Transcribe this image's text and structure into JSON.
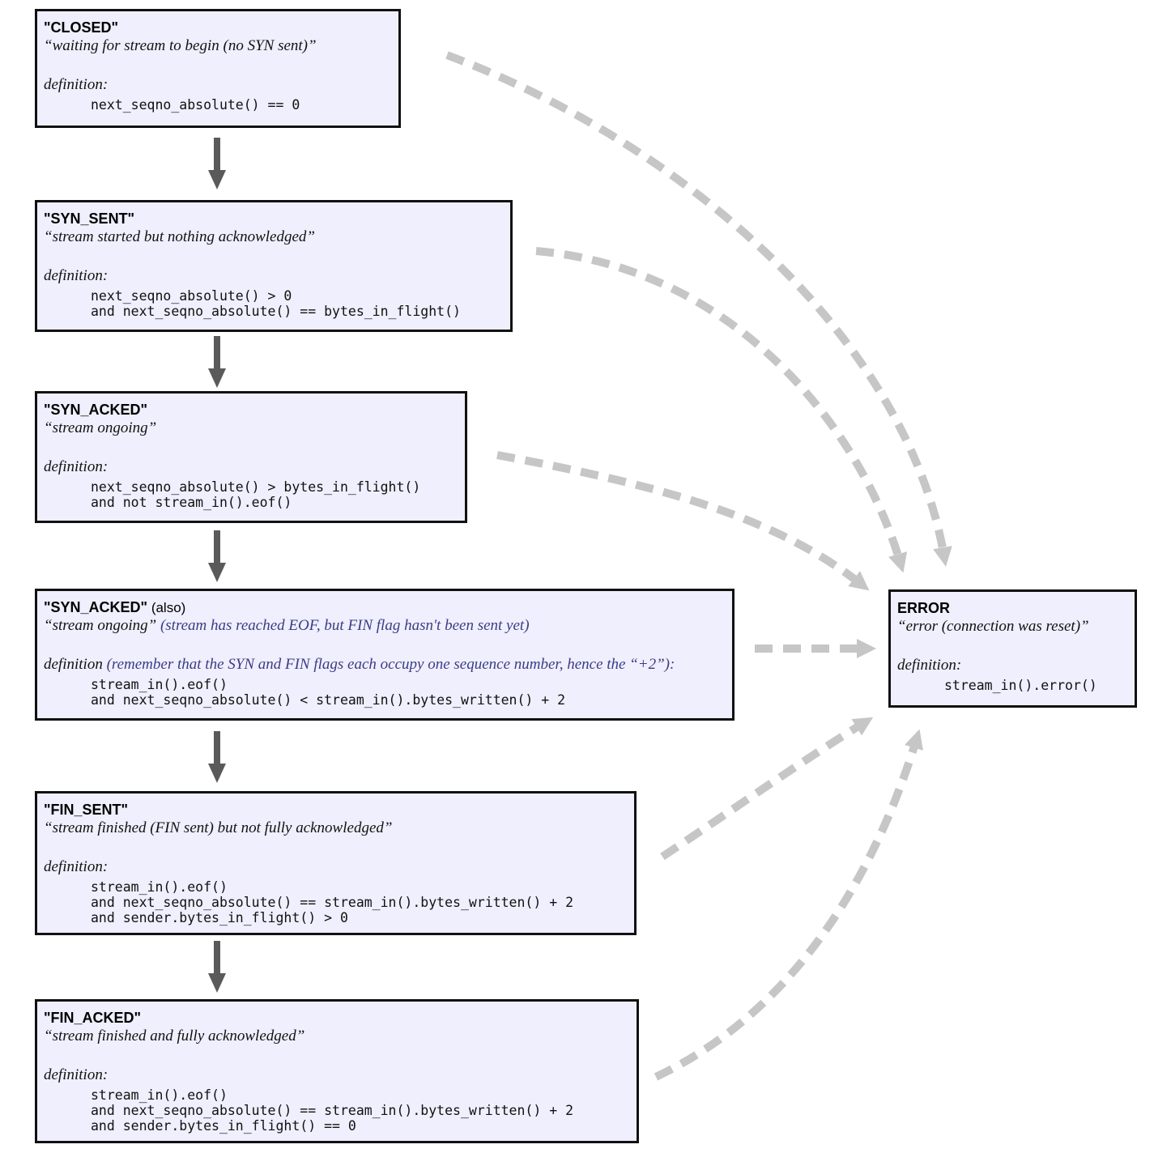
{
  "states": [
    {
      "id": "closed",
      "name": "\"CLOSED\"",
      "suffix": "",
      "desc": "“waiting for stream to begin (no SYN sent)”",
      "desc_note": "",
      "def_label": "definition:",
      "def_note": "",
      "code": [
        "next_seqno_absolute() == 0"
      ]
    },
    {
      "id": "syn_sent",
      "name": "\"SYN_SENT\"",
      "suffix": "",
      "desc": "“stream started but nothing acknowledged”",
      "desc_note": "",
      "def_label": "definition:",
      "def_note": "",
      "code": [
        "next_seqno_absolute() > 0",
        "and next_seqno_absolute() == bytes_in_flight()"
      ]
    },
    {
      "id": "syn_acked",
      "name": "\"SYN_ACKED\"",
      "suffix": "",
      "desc": "“stream ongoing”",
      "desc_note": "",
      "def_label": "definition:",
      "def_note": "",
      "code": [
        "next_seqno_absolute() > bytes_in_flight()",
        "and not stream_in().eof()"
      ]
    },
    {
      "id": "syn_acked_also",
      "name": "\"SYN_ACKED\"",
      "suffix": " (also)",
      "desc": "“stream ongoing”",
      "desc_note": " (stream has reached EOF, but FIN flag hasn't been sent yet)",
      "def_label": "definition",
      "def_note": " (remember that the SYN and FIN flags each occupy one sequence number, hence the “+2”):",
      "code": [
        "stream_in().eof()",
        "and next_seqno_absolute() < stream_in().bytes_written() + 2"
      ]
    },
    {
      "id": "fin_sent",
      "name": "\"FIN_SENT\"",
      "suffix": "",
      "desc": "“stream finished (FIN sent) but not fully acknowledged”",
      "desc_note": "",
      "def_label": "definition:",
      "def_note": "",
      "code": [
        "stream_in().eof()",
        "and next_seqno_absolute() == stream_in().bytes_written() + 2",
        "and sender.bytes_in_flight() > 0"
      ]
    },
    {
      "id": "fin_acked",
      "name": "\"FIN_ACKED\"",
      "suffix": "",
      "desc": "“stream finished and fully acknowledged”",
      "desc_note": "",
      "def_label": "definition:",
      "def_note": "",
      "code": [
        "stream_in().eof()",
        "and next_seqno_absolute() == stream_in().bytes_written() + 2",
        "and sender.bytes_in_flight() == 0"
      ]
    },
    {
      "id": "error",
      "name": "ERROR",
      "suffix": "",
      "desc": "“error (connection was reset)”",
      "desc_note": "",
      "def_label": "definition:",
      "def_note": "",
      "code": [
        "stream_in().error()"
      ]
    }
  ],
  "colors": {
    "box_fill": "#efeffd",
    "box_border": "#111111",
    "transition_arrow": "#5a5a5a",
    "error_arrow": "#c6c6c6",
    "note_text": "#3b3b85"
  }
}
